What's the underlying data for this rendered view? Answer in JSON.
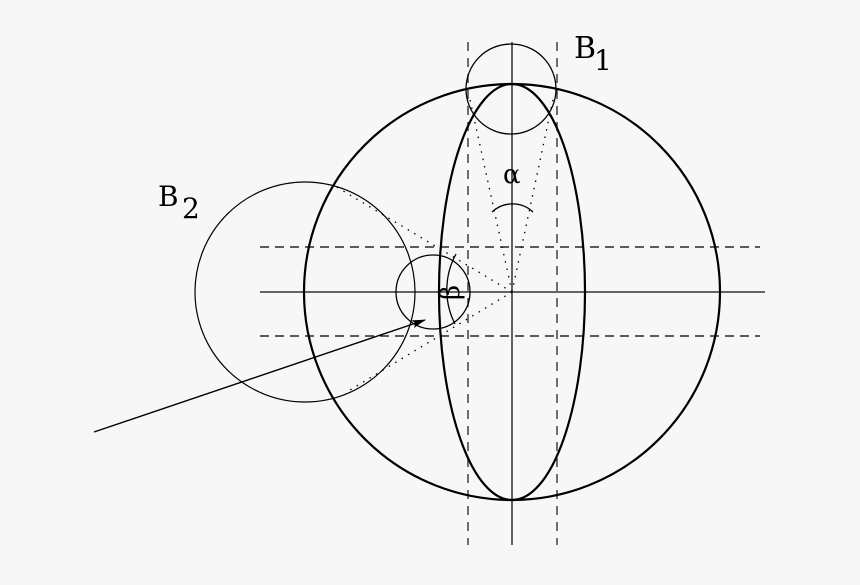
{
  "diagram": {
    "labels": {
      "b1_main": "B",
      "b1_sub": "1",
      "b2_main": "B",
      "b2_sub": "2",
      "alpha": "α",
      "beta": "β"
    },
    "colors": {
      "background": "#f7f7f7",
      "stroke": "#000000"
    }
  }
}
